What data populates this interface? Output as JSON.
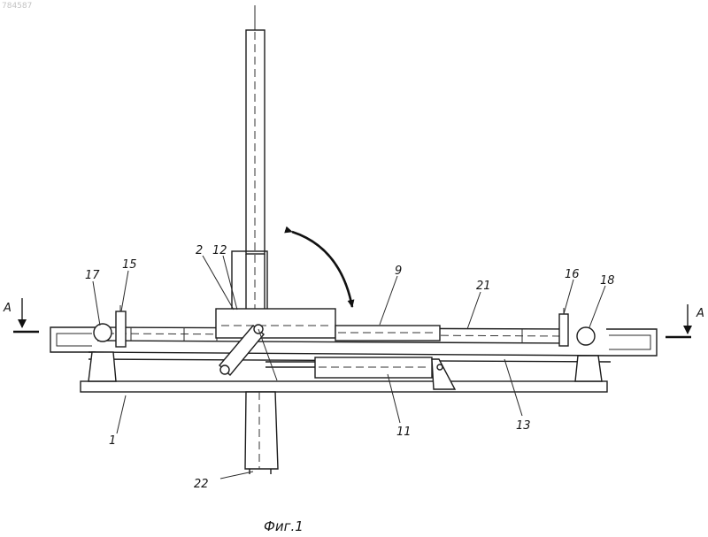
{
  "document": {
    "stamp": "784587",
    "caption": "Фиг.1",
    "section_marks": {
      "left": "A",
      "right": "A"
    }
  },
  "labels": {
    "l1": "1",
    "l2": "2",
    "l9": "9",
    "l11": "11",
    "l12": "12",
    "l13": "13",
    "l15": "15",
    "l16": "16",
    "l17": "17",
    "l18": "18",
    "l21": "21",
    "l22": "22"
  }
}
